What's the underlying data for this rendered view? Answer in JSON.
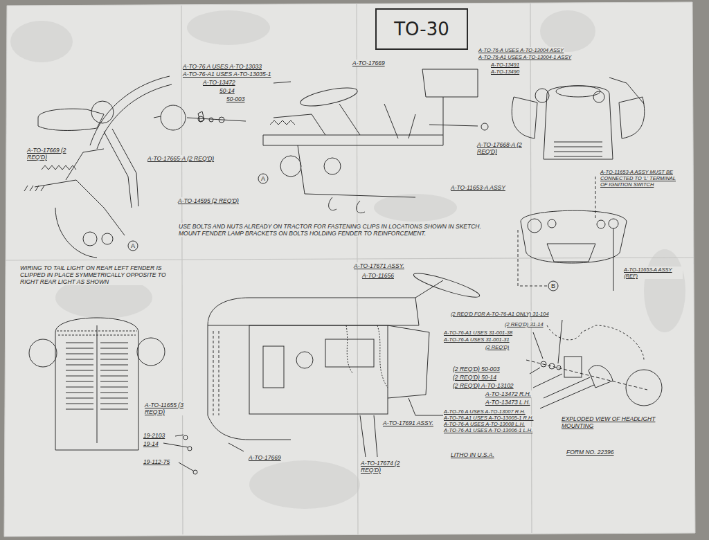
{
  "diagram": {
    "nodes": [
      {
        "text": [
          "TO-30"
        ]
      },
      {
        "text": [
          "A"
        ]
      },
      {
        "text": [
          "A"
        ]
      },
      {
        "text": [
          "B"
        ]
      }
    ],
    "labels": [
      "A-TO-76 A USES A-TO-13033",
      "A-TO-76-A1 USES A-TO-13035-1",
      "A-TO-13472",
      "50-14",
      "50-003",
      "A-TO-17669 (2 REQ'D)",
      "A-TO-17665-A (2 REQ'D)",
      "A-TO-14595 (2 REQ'D)",
      "USE BOLTS AND NUTS ALREADY ON TRACTOR FOR FASTENING CLIPS IN LOCATIONS SHOWN IN SKETCH. MOUNT FENDER LAMP BRACKETS ON BOLTS HOLDING FENDER TO REINFORCEMENT.",
      "WIRING TO TAIL LIGHT ON REAR LEFT FENDER IS CLIPPED IN PLACE SYMMETRICALLY OPPOSITE TO RIGHT REAR LIGHT AS SHOWN",
      "A-TO-17669",
      "A-TO-17668-A (2 REQ'D)",
      "A-TO-11653-A ASSY",
      "A-TO-76-A USES A-TO-13004 ASSY",
      "A-TO-76-A1 USES A-TO-13004-1 ASSY",
      "A-TO-13491",
      "A-TO-13490",
      "A-TO-11653-A ASSY MUST BE CONNECTED TO 'L' TERMINAL OF IGNITION SWITCH",
      "A-TO-11653-A ASSY (REF)",
      "A-TO-17671 ASSY.",
      "A-TO-11656",
      "(2 REQ'D FOR A-TO-76-A1 ONLY) 31-104",
      "(2 REQ'D) 31-14",
      "A-TO-76-A1 USES 31-001-38",
      "A-TO-76-A USES 31-001-31",
      "(2 REQ'D)",
      "(2 REQ'D) 50-003",
      "(2 REQ'D) 50-14",
      "(2 REQ'D) A-TO-13102",
      "A-TO-13472 R.H.",
      "A-TO-13473 L.H.",
      "A-TO-76 A USES A-TO-13007 R.H.",
      "A-TO-76-A1 USES A-TO-13005-1 R.H.",
      "A-TO-76-A USES A-TO-13008 L.H.",
      "A-TO-76-A1 USES A-TO-13006-1 L.H.",
      "EXPLODED VIEW OF HEADLIGHT MOUNTING",
      "FORM NO. 22396",
      "LITHO IN U.S.A.",
      "A-TO-17691 ASSY.",
      "A-TO-17674 (2 REQ'D)",
      "A-TO-17669",
      "A-TO-11655 (3 REQ'D)",
      "19-2103",
      "19-14",
      "19-112-75"
    ]
  }
}
